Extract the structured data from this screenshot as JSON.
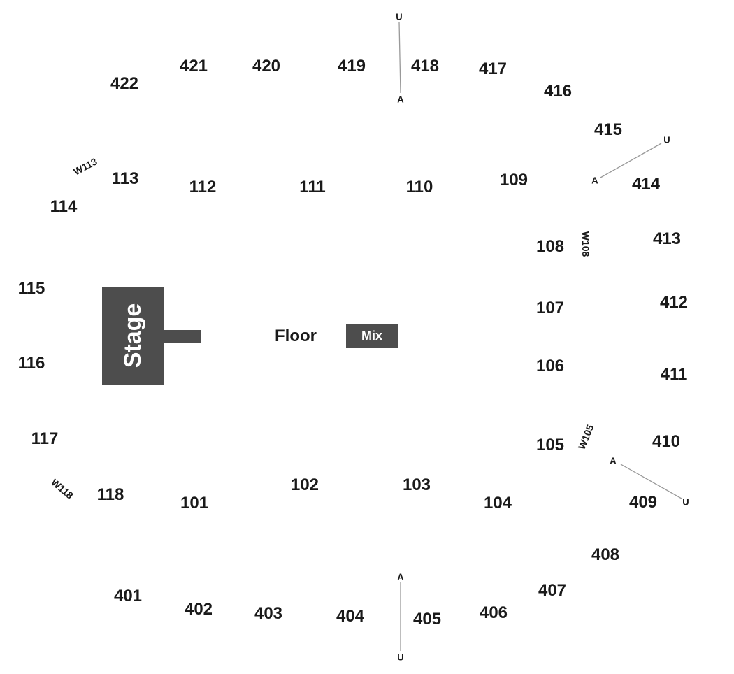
{
  "colors": {
    "stage": "#4d4d4d",
    "mix": "#4d4d4d",
    "text": "#1a1a1a",
    "aisle_line": "#999999"
  },
  "stage": {
    "label": "Stage"
  },
  "floor": {
    "label": "Floor"
  },
  "mix": {
    "label": "Mix"
  },
  "sections": {
    "s101": "101",
    "s102": "102",
    "s103": "103",
    "s104": "104",
    "s105": "105",
    "s106": "106",
    "s107": "107",
    "s108": "108",
    "s109": "109",
    "s110": "110",
    "s111": "111",
    "s112": "112",
    "s113": "113",
    "s114": "114",
    "s115": "115",
    "s116": "116",
    "s117": "117",
    "s118": "118",
    "s401": "401",
    "s402": "402",
    "s403": "403",
    "s404": "404",
    "s405": "405",
    "s406": "406",
    "s407": "407",
    "s408": "408",
    "s409": "409",
    "s410": "410",
    "s411": "411",
    "s412": "412",
    "s413": "413",
    "s414": "414",
    "s415": "415",
    "s416": "416",
    "s417": "417",
    "s418": "418",
    "s419": "419",
    "s420": "420",
    "s421": "421",
    "s422": "422"
  },
  "wheelchair": {
    "w113": "W113",
    "w108": "W108",
    "w105": "W105",
    "w118": "W118"
  },
  "aisle_markers": {
    "a": "A",
    "u": "U"
  }
}
